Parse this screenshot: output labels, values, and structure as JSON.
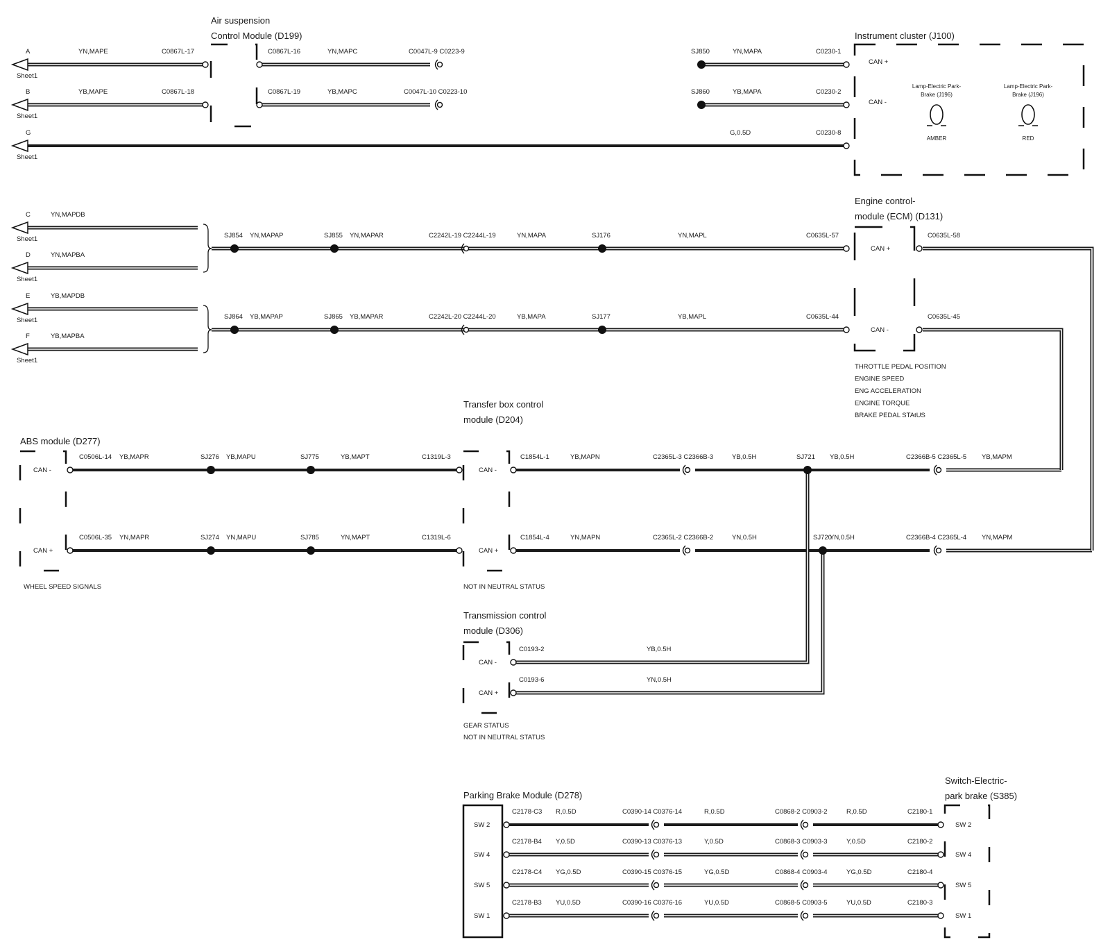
{
  "sheet_ref": "Sheet1",
  "modules": {
    "air_suspension": "Air suspension\nControl Module (D199)",
    "instrument_cluster": "Instrument cluster (J100)",
    "ecm": "Engine control-\nmodule (ECM) (D131)",
    "abs": "ABS module (D277)",
    "transfer_box": "Transfer box control\nmodule (D204)",
    "transmission": "Transmission control\nmodule (D306)",
    "parking_brake": "Parking Brake Module (D278)",
    "switch_epb": "Switch-Electric-\npark brake (S385)"
  },
  "pins": {
    "can_plus": "CAN +",
    "can_minus": "CAN -",
    "sw2": "SW 2",
    "sw4": "SW 4",
    "sw5": "SW 5",
    "sw1": "SW 1"
  },
  "lamps": {
    "amber_label": "Lamp-Electric Park-\nBrake (J196)",
    "amber_color": "AMBER",
    "red_label": "Lamp-Electric Park-\nBrake (J196)",
    "red_color": "RED"
  },
  "offsheet": {
    "A": "A",
    "B": "B",
    "G": "G",
    "C": "C",
    "D": "D",
    "E": "E",
    "F": "F"
  },
  "wires_top": {
    "a1": "YN,MAPE",
    "a2": "C0867L-17",
    "a3": "C0867L-16",
    "a4": "YN,MAPC",
    "a5": "C0047L-9 C0223-9",
    "b1": "YB,MAPE",
    "b2": "C0867L-18",
    "b3": "C0867L-19",
    "b4": "YB,MAPC",
    "b5": "C0047L-10 C0223-10",
    "ic1": "SJ850",
    "ic2": "YN,MAPA",
    "ic3": "C0230-1",
    "ic4": "SJ860",
    "ic5": "YB,MAPA",
    "ic6": "C0230-2",
    "g1": "G,0.5D",
    "g2": "C0230-8"
  },
  "wires_mid": {
    "c1": "YN,MAPDB",
    "d1": "YN,MAPBA",
    "e1": "YB,MAPDB",
    "f1": "YB,MAPBA",
    "p1": "SJ854",
    "p2": "YN,MAPAP",
    "p3": "SJ855",
    "p4": "YN,MAPAR",
    "p5": "C2242L-19 C2244L-19",
    "p6": "YN,MAPA",
    "p7": "SJ176",
    "p8": "YN,MAPL",
    "p9": "C0635L-57",
    "p10": "C0635L-58",
    "q1": "SJ864",
    "q2": "YB,MAPAP",
    "q3": "SJ865",
    "q4": "YB,MAPAR",
    "q5": "C2242L-20 C2244L-20",
    "q6": "YB,MAPA",
    "q7": "SJ177",
    "q8": "YB,MAPL",
    "q9": "C0635L-44",
    "q10": "C0635L-45"
  },
  "ecm_signals": [
    "THROTTLE PEDAL POSITION",
    "ENGINE SPEED",
    "ENG ACCELERATION",
    "ENGINE TORQUE",
    "BRAKE PEDAL STAtUS"
  ],
  "wires_can": {
    "m1": "C0506L-14",
    "m2": "YB,MAPR",
    "m3": "SJ276",
    "m4": "YB,MAPU",
    "m5": "SJ775",
    "m6": "YB,MAPT",
    "m7": "C1319L-3",
    "m8": "C1854L-1",
    "m9": "YB,MAPN",
    "m10": "C2365L-3 C2366B-3",
    "m11": "YB,0.5H",
    "m12": "SJ721",
    "m13": "YB,0.5H",
    "m14": "C2366B-5 C2365L-5",
    "m15": "YB,MAPM",
    "n1": "C0506L-35",
    "n2": "YN,MAPR",
    "n3": "SJ274",
    "n4": "YN,MAPU",
    "n5": "SJ785",
    "n6": "YN,MAPT",
    "n7": "C1319L-6",
    "n8": "C1854L-4",
    "n9": "YN,MAPN",
    "n10": "C2365L-2 C2366B-2",
    "n11": "YN,0.5H",
    "n12": "SJ720",
    "n13": "YN,0.5H",
    "n14": "C2366B-4 C2365L-4",
    "n15": "YN,MAPM",
    "abs_note": "WHEEL SPEED SIGNALS",
    "tb_note": "NOT IN NEUTRAL STATUS"
  },
  "wires_tcm": {
    "t1": "C0193-2",
    "t2": "YB,0.5H",
    "t3": "C0193-6",
    "t4": "YN,0.5H",
    "note1": "GEAR STATUS",
    "note2": "NOT IN NEUTRAL STATUS"
  },
  "wires_pb": {
    "r1": "C2178-C3",
    "r2": "R,0.5D",
    "r3": "C0390-14 C0376-14",
    "r4": "R,0.5D",
    "r5": "C0868-2 C0903-2",
    "r6": "R,0.5D",
    "r7": "C2180-1",
    "s1": "C2178-B4",
    "s2": "Y,0.5D",
    "s3": "C0390-13 C0376-13",
    "s4": "Y,0.5D",
    "s5": "C0868-3 C0903-3",
    "s6": "Y,0.5D",
    "s7": "C2180-2",
    "u1": "C2178-C4",
    "u2": "YG,0.5D",
    "u3": "C0390-15 C0376-15",
    "u4": "YG,0.5D",
    "u5": "C0868-4 C0903-4",
    "u6": "YG,0.5D",
    "u7": "C2180-4",
    "v1": "C2178-B3",
    "v2": "YU,0.5D",
    "v3": "C0390-16 C0376-16",
    "v4": "YU,0.5D",
    "v5": "C0868-5 C0903-5",
    "v6": "YU,0.5D",
    "v7": "C2180-3"
  }
}
